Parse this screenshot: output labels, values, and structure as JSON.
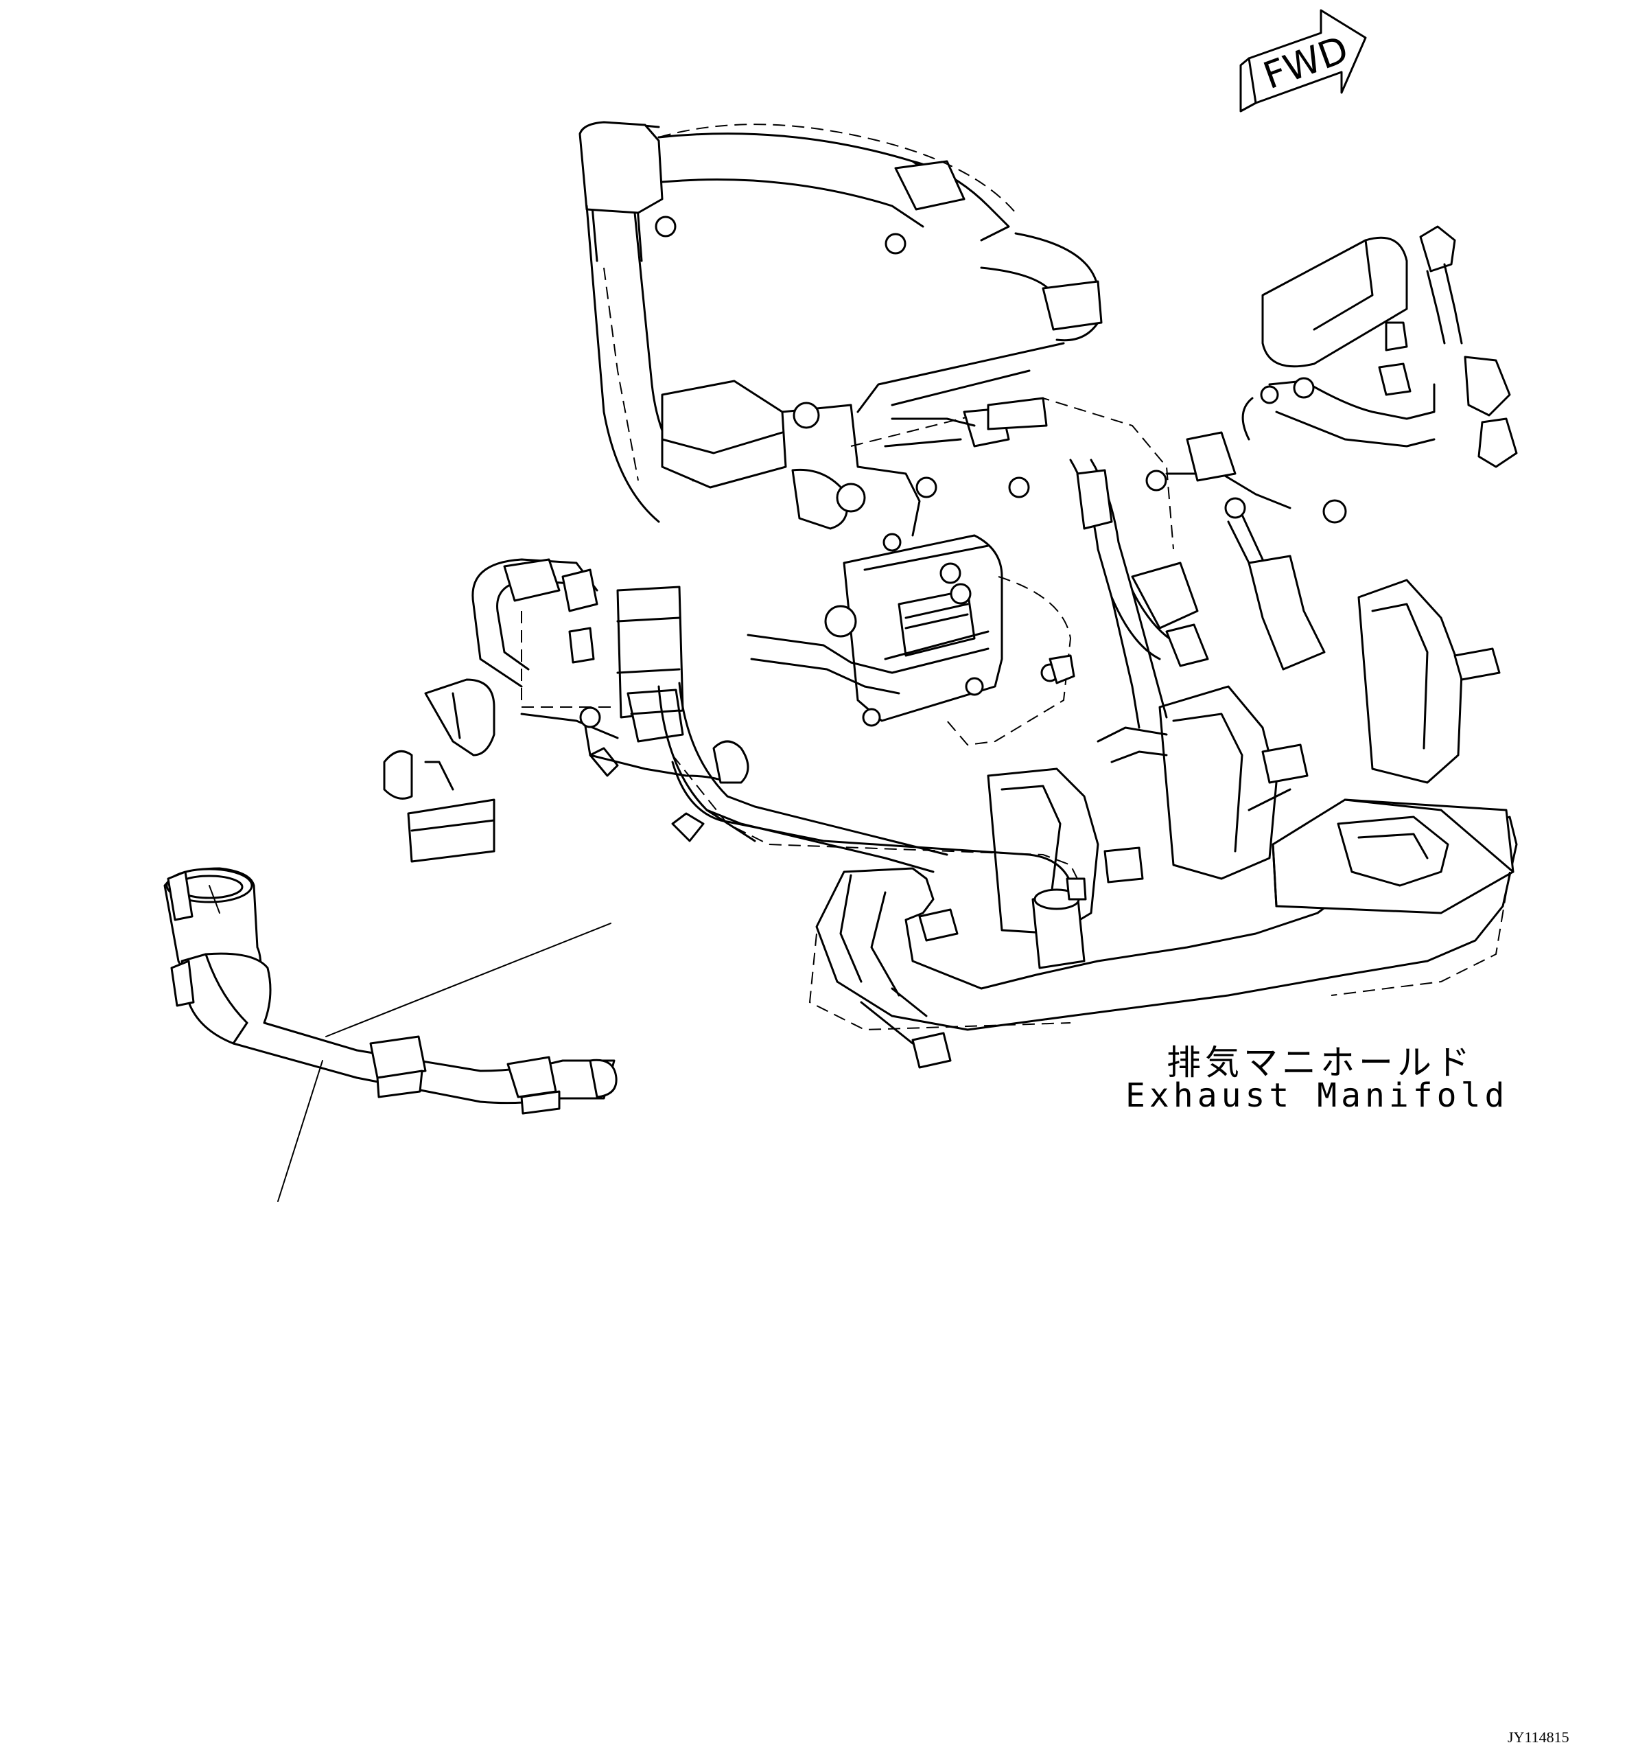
{
  "direction_arrow": {
    "text": "FWD"
  },
  "labels": {
    "manifold_jp": "排気マニホールド",
    "manifold_en": "Exhaust Manifold"
  },
  "figure_id": "JY114815"
}
